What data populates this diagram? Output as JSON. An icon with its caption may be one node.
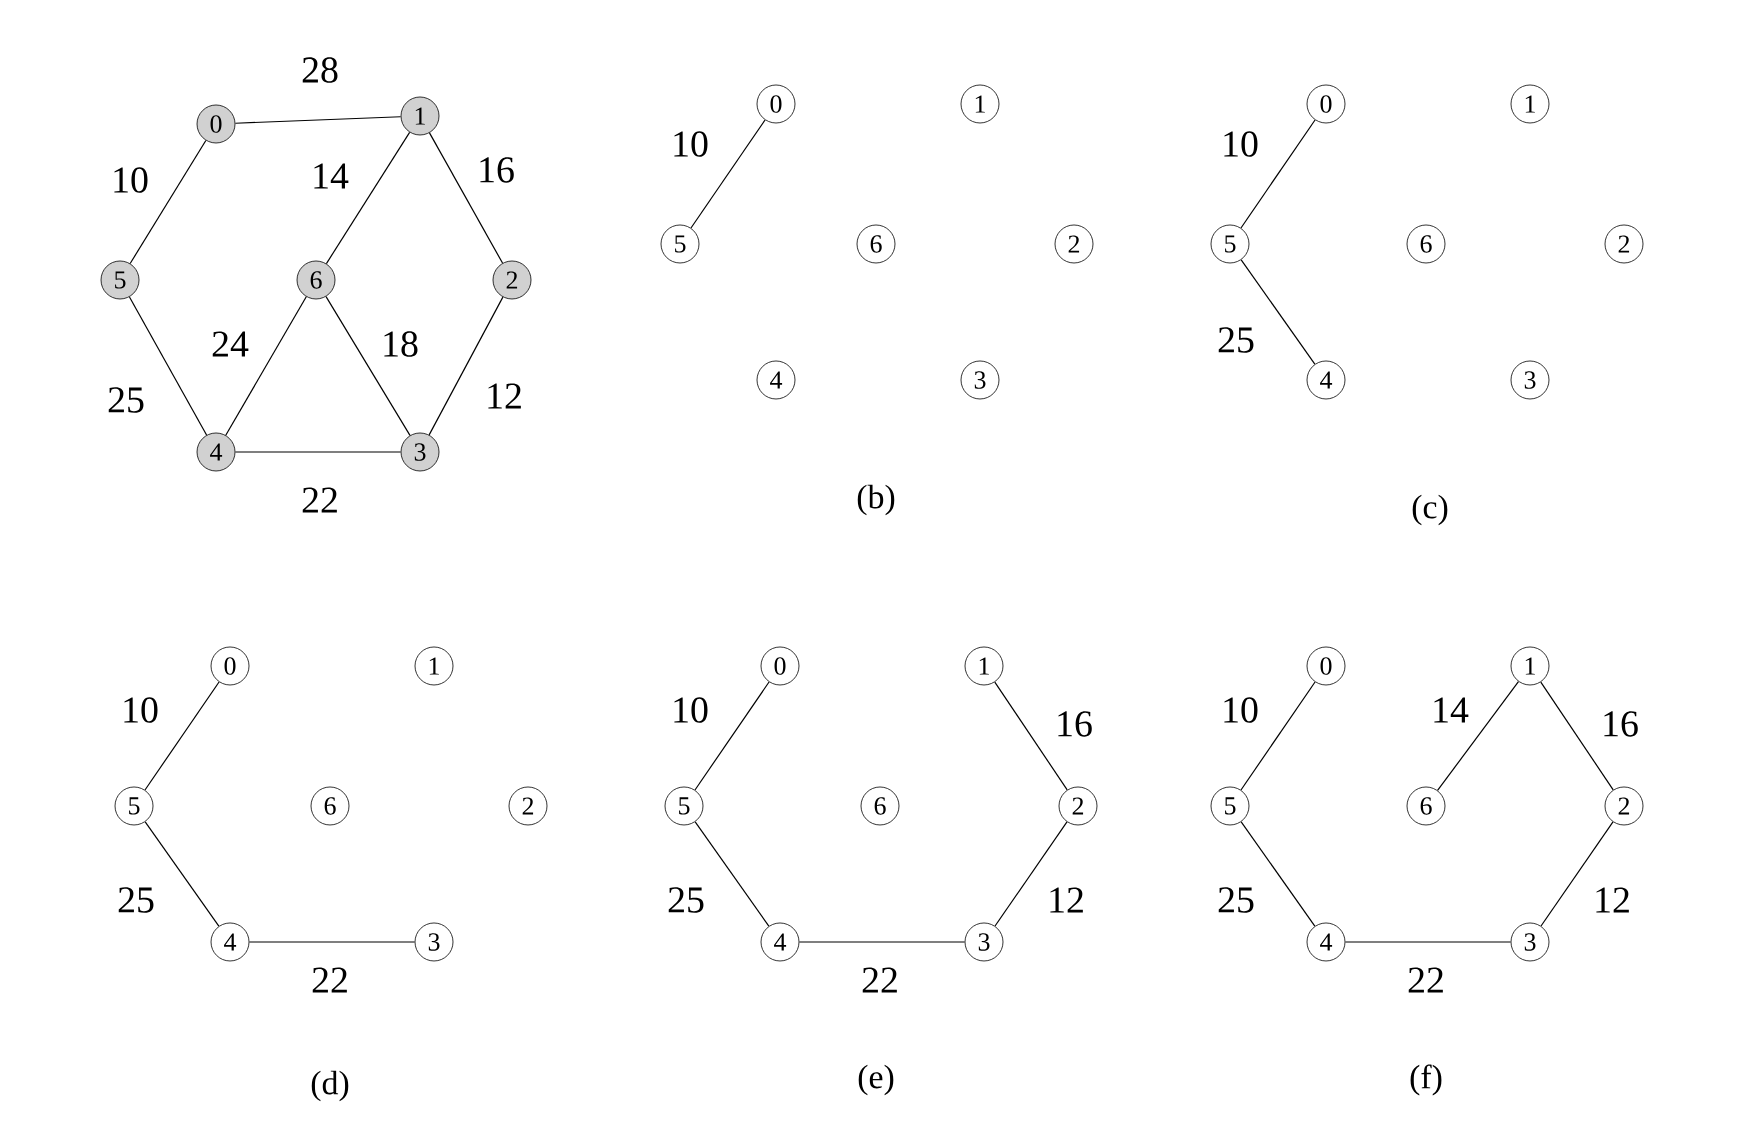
{
  "diagram": {
    "nodes": [
      {
        "text": [
          "0"
        ]
      },
      {
        "text": [
          "1"
        ]
      },
      {
        "text": [
          "2"
        ]
      },
      {
        "text": [
          "3"
        ]
      },
      {
        "text": [
          "4"
        ]
      },
      {
        "text": [
          "5"
        ]
      },
      {
        "text": [
          "6"
        ]
      },
      {
        "text": [
          "0"
        ]
      },
      {
        "text": [
          "1"
        ]
      },
      {
        "text": [
          "2"
        ]
      },
      {
        "text": [
          "3"
        ]
      },
      {
        "text": [
          "4"
        ]
      },
      {
        "text": [
          "5"
        ]
      },
      {
        "text": [
          "6"
        ]
      },
      {
        "text": [
          "0"
        ]
      },
      {
        "text": [
          "1"
        ]
      },
      {
        "text": [
          "2"
        ]
      },
      {
        "text": [
          "3"
        ]
      },
      {
        "text": [
          "4"
        ]
      },
      {
        "text": [
          "5"
        ]
      },
      {
        "text": [
          "6"
        ]
      },
      {
        "text": [
          "0"
        ]
      },
      {
        "text": [
          "1"
        ]
      },
      {
        "text": [
          "2"
        ]
      },
      {
        "text": [
          "3"
        ]
      },
      {
        "text": [
          "4"
        ]
      },
      {
        "text": [
          "5"
        ]
      },
      {
        "text": [
          "6"
        ]
      },
      {
        "text": [
          "0"
        ]
      },
      {
        "text": [
          "1"
        ]
      },
      {
        "text": [
          "2"
        ]
      },
      {
        "text": [
          "3"
        ]
      },
      {
        "text": [
          "4"
        ]
      },
      {
        "text": [
          "5"
        ]
      },
      {
        "text": [
          "6"
        ]
      },
      {
        "text": [
          "0"
        ]
      },
      {
        "text": [
          "1"
        ]
      },
      {
        "text": [
          "2"
        ]
      },
      {
        "text": [
          "3"
        ]
      },
      {
        "text": [
          "4"
        ]
      },
      {
        "text": [
          "5"
        ]
      },
      {
        "text": [
          "6"
        ]
      }
    ],
    "edges": [
      {
        "from": 0,
        "to": 1,
        "arrow": "none",
        "label": "28"
      },
      {
        "from": 0,
        "to": 5,
        "arrow": "none",
        "label": "10"
      },
      {
        "from": 1,
        "to": 6,
        "arrow": "none",
        "label": "14"
      },
      {
        "from": 1,
        "to": 2,
        "arrow": "none",
        "label": "16"
      },
      {
        "from": 5,
        "to": 4,
        "arrow": "none",
        "label": "25"
      },
      {
        "from": 6,
        "to": 4,
        "arrow": "none",
        "label": "24"
      },
      {
        "from": 6,
        "to": 3,
        "arrow": "none",
        "label": "18"
      },
      {
        "from": 2,
        "to": 3,
        "arrow": "none",
        "label": "12"
      },
      {
        "from": 4,
        "to": 3,
        "arrow": "none",
        "label": "22"
      },
      {
        "from": 7,
        "to": 12,
        "arrow": "none",
        "label": "10"
      },
      {
        "from": 14,
        "to": 19,
        "arrow": "none",
        "label": "10"
      },
      {
        "from": 19,
        "to": 18,
        "arrow": "none",
        "label": "25"
      },
      {
        "from": 21,
        "to": 26,
        "arrow": "none",
        "label": "10"
      },
      {
        "from": 26,
        "to": 25,
        "arrow": "none",
        "label": "25"
      },
      {
        "from": 25,
        "to": 24,
        "arrow": "none",
        "label": "22"
      },
      {
        "from": 28,
        "to": 33,
        "arrow": "none",
        "label": "10"
      },
      {
        "from": 33,
        "to": 32,
        "arrow": "none",
        "label": "25"
      },
      {
        "from": 32,
        "to": 31,
        "arrow": "none",
        "label": "22"
      },
      {
        "from": 29,
        "to": 30,
        "arrow": "none",
        "label": "16"
      },
      {
        "from": 30,
        "to": 31,
        "arrow": "none",
        "label": "12"
      },
      {
        "from": 35,
        "to": 40,
        "arrow": "none",
        "label": "10"
      },
      {
        "from": 40,
        "to": 39,
        "arrow": "none",
        "label": "25"
      },
      {
        "from": 39,
        "to": 38,
        "arrow": "none",
        "label": "22"
      },
      {
        "from": 36,
        "to": 37,
        "arrow": "none",
        "label": "16"
      },
      {
        "from": 37,
        "to": 38,
        "arrow": "none",
        "label": "12"
      },
      {
        "from": 41,
        "to": 36,
        "arrow": "none",
        "label": "14"
      }
    ],
    "labels": [
      "(b)",
      "(c)",
      "(d)",
      "(e)",
      "(f)"
    ]
  }
}
